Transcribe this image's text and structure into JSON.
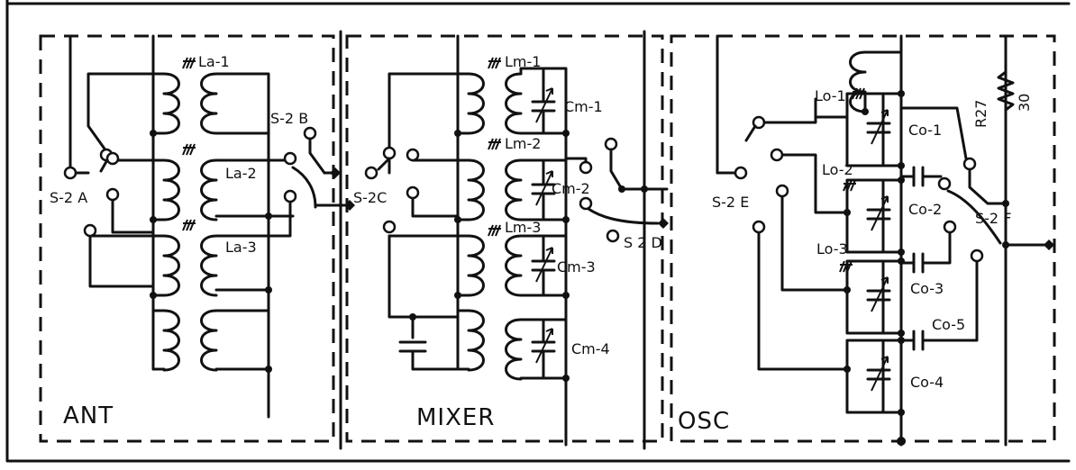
{
  "sections": {
    "ant": "ANT",
    "mixer": "MIXER",
    "osc": "OSC"
  },
  "switches": {
    "s2a": "S-2 A",
    "s2b": "S-2 B",
    "s2c": "S-2C",
    "s2d": "S 2 D",
    "s2e": "S-2 E",
    "s2f": "S-2 F"
  },
  "coils": {
    "la1": "La-1",
    "la2": "La-2",
    "la3": "La-3",
    "lm1": "Lm-1",
    "lm2": "Lm-2",
    "lm3": "Lm-3",
    "lo1": "Lo-1",
    "lo2": "Lo-2",
    "lo3": "Lo-3"
  },
  "capacitors": {
    "cm1": "Cm-1",
    "cm2": "Cm-2",
    "cm3": "Cm-3",
    "cm4": "Cm-4",
    "co1": "Co-1",
    "co2": "Co-2",
    "co3": "Co-3",
    "co4": "Co-4",
    "co5": "Co-5"
  },
  "resistor": {
    "name": "R27",
    "value": "30"
  }
}
